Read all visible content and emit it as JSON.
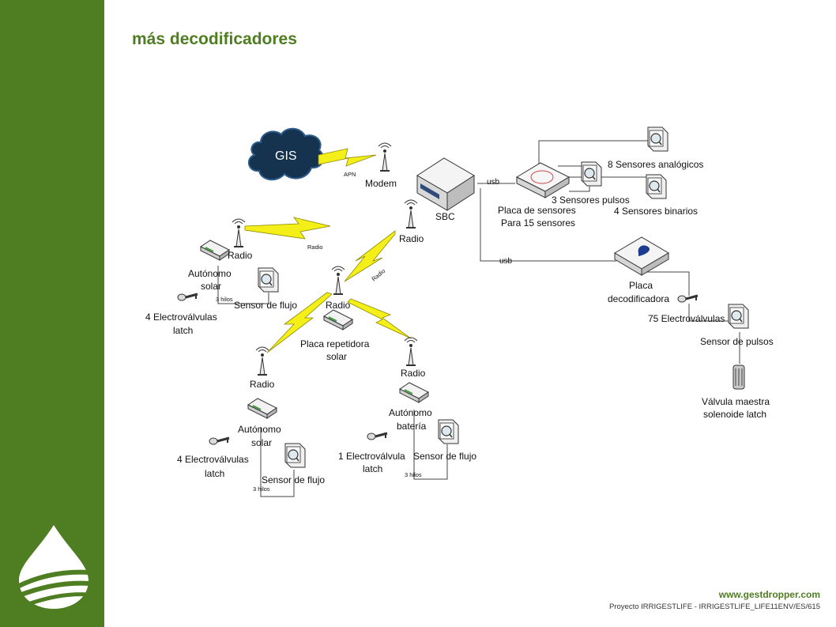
{
  "slide": {
    "title": "más decodificadores",
    "website": "www.gestdropper.com",
    "footer": "Proyecto IRRIGESTLIFE - IRRIGESTLIFE_LIFE11ENV/ES/615"
  },
  "colors": {
    "brand_green": "#4f7d22",
    "bolt_yellow": "#f4ef18",
    "cloud_navy": "#15324f"
  },
  "diagram": {
    "cloud": "GIS",
    "apn": "APN",
    "modem": "Modem",
    "sbc": "SBC",
    "usb1": "usb",
    "usb2": "usb",
    "radio_main": "Radio",
    "radio_link_left": "Radio",
    "radio_link_right": "Radio",
    "sensors_board_line1": "Placa de sensores",
    "sensors_board_line2": "Para 15 sensores",
    "analog_sensors": "8 Sensores analógicos",
    "pulse_sensors": "3 Sensores pulsos",
    "binary_sensors": "4 Sensores binarios",
    "decoder_board_line1": "Placa",
    "decoder_board_line2": "decodificadora",
    "valves_75": "75 Electroválvulas",
    "pulse_sensor": "Sensor de pulsos",
    "master_valve_line1": "Válvula maestra",
    "master_valve_line2": "solenoide latch",
    "left_radio": "Radio",
    "left_auto_line1": "Autónomo",
    "left_auto_line2": "solar",
    "left_3wires": "3 hilos",
    "left_flow": "Sensor de flujo",
    "left_valves_line1": "4 Electroválvulas",
    "left_valves_line2": "latch",
    "repeater_radio": "Radio",
    "repeater_line1": "Placa repetidora",
    "repeater_line2": "solar",
    "bl_radio": "Radio",
    "bl_auto_line1": "Autónomo",
    "bl_auto_line2": "solar",
    "bl_valves_line1": "4 Electroválvulas",
    "bl_valves_line2": "latch",
    "bl_flow": "Sensor de flujo",
    "bl_3wires": "3 hilos",
    "br_radio": "Radio",
    "br_auto_line1": "Autónomo",
    "br_auto_line2": "batería",
    "br_valve_line1": "1 Electroválvula",
    "br_valve_line2": "latch",
    "br_flow": "Sensor de flujo",
    "br_3wires": "3 hilos"
  }
}
